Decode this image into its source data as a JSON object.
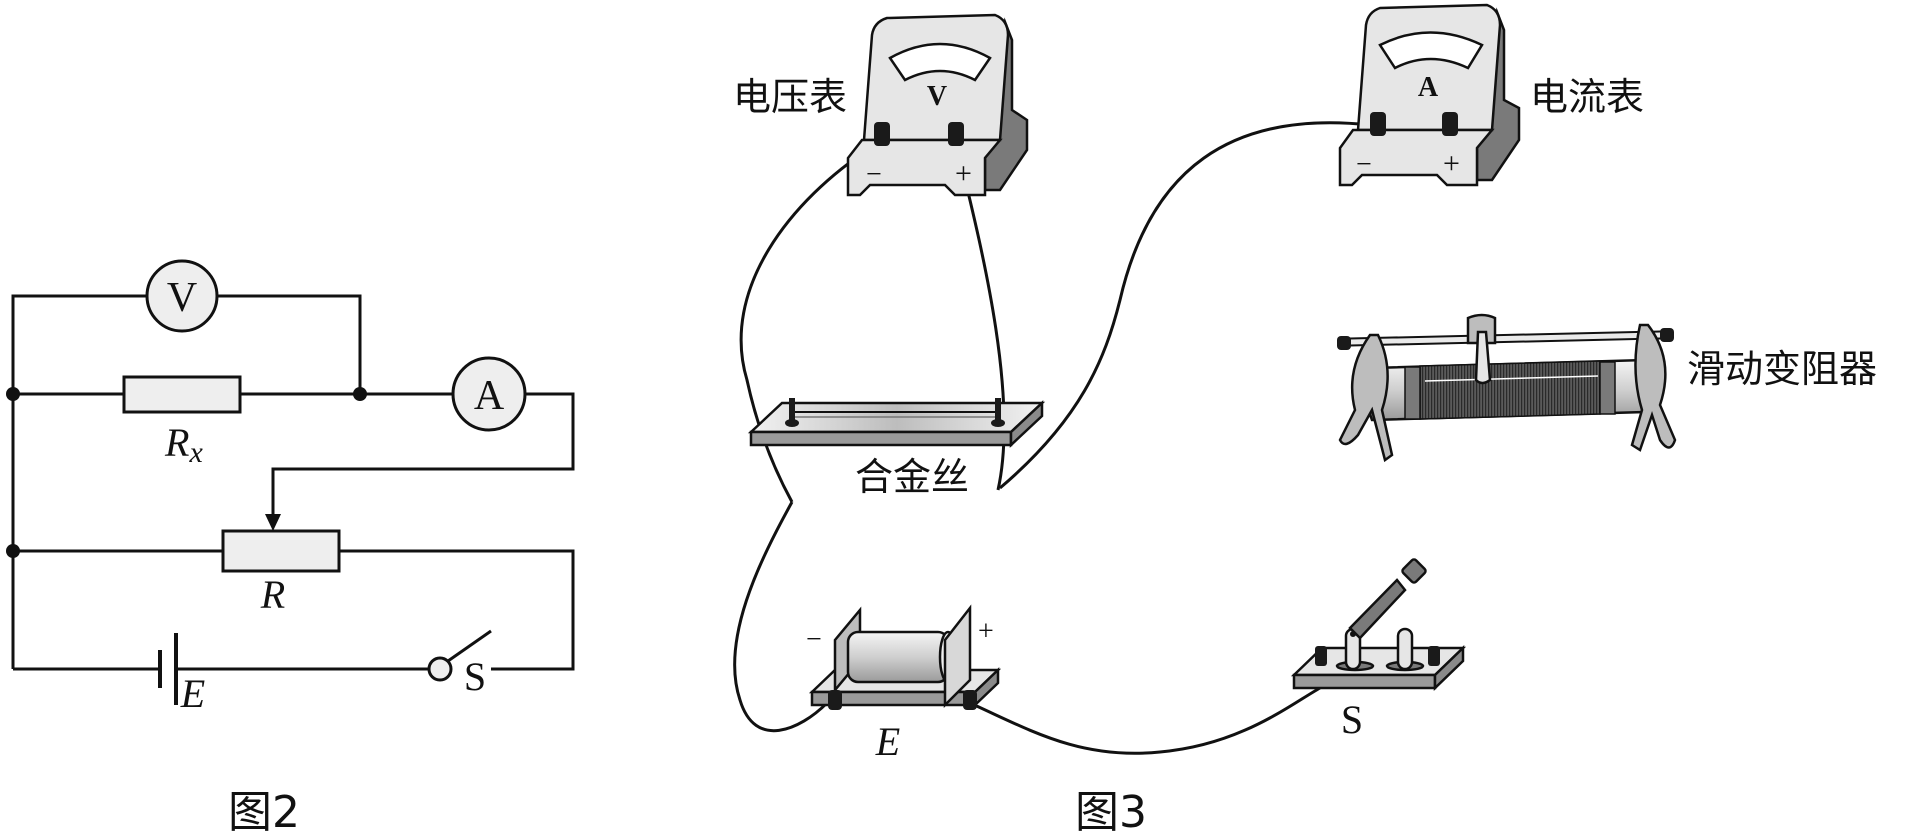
{
  "figure2": {
    "caption": "图2",
    "voltmeter_symbol": "V",
    "ammeter_symbol": "A",
    "resistor_x_label": "R",
    "resistor_x_subscript": "x",
    "rheostat_label": "R",
    "battery_label": "E",
    "switch_label": "S"
  },
  "figure3": {
    "caption": "图3",
    "voltmeter": {
      "label": "电压表",
      "face_letter": "V",
      "minus": "−",
      "plus": "+"
    },
    "ammeter": {
      "label": "电流表",
      "face_letter": "A",
      "minus": "−",
      "plus": "+"
    },
    "alloy_wire": {
      "label": "合金丝"
    },
    "rheostat": {
      "label": "滑动变阻器"
    },
    "battery": {
      "label": "E",
      "minus": "−",
      "plus": "+"
    },
    "switch": {
      "label": "S"
    }
  },
  "colors": {
    "line": "#111111",
    "device_light": "#e6e6e6",
    "device_mid": "#bdbdbd",
    "device_dark": "#7a7a7a",
    "terminal": "#1a1a1a",
    "symbol_fill": "#eeeeee"
  }
}
